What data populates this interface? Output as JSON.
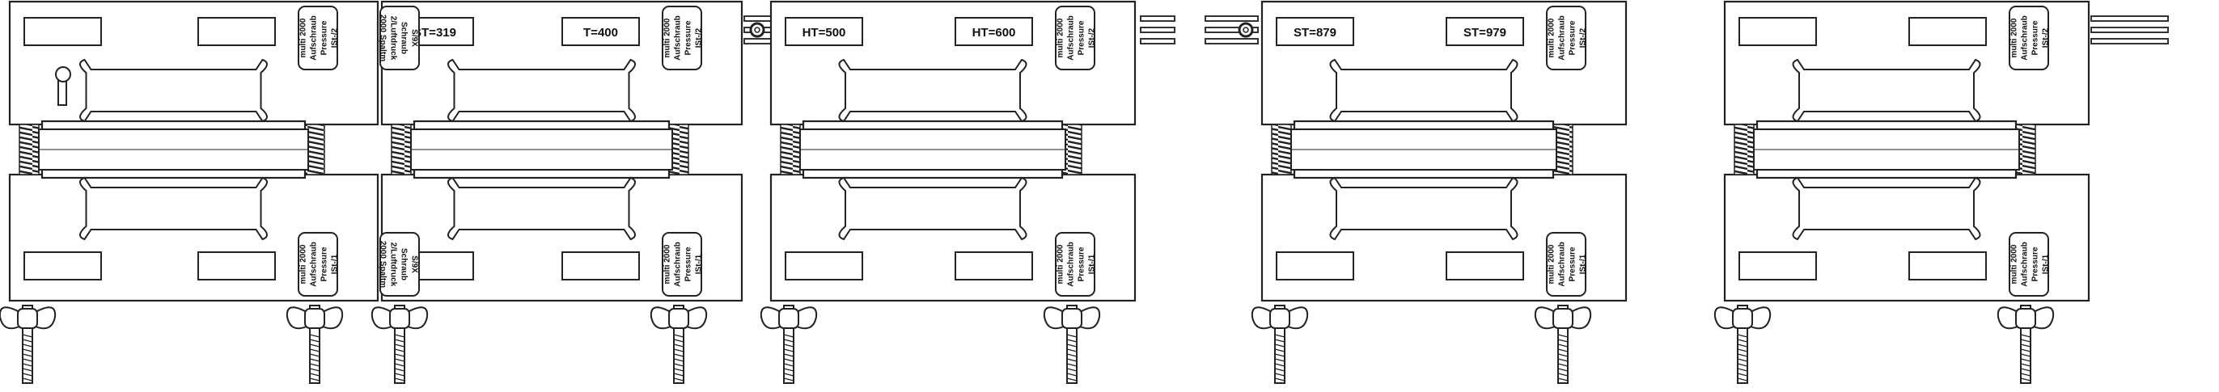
{
  "diagram": {
    "modules": [
      {
        "top_labels": [
          "",
          ""
        ],
        "bottom_labels": [
          "",
          ""
        ],
        "top_tag": [
          "multi 2000",
          "Aufschraub",
          "Pressure",
          "ISt-/2"
        ],
        "bottom_tag": [
          "multi 2000",
          "Aufschraub",
          "Pressure",
          "ISt-/1"
        ]
      },
      {
        "top_labels": [
          "ST=319",
          "T=400"
        ],
        "bottom_labels": [
          "",
          ""
        ],
        "top_tag": [
          "multi 2000",
          "Aufschraub",
          "Pressure",
          "ISt-/2"
        ],
        "bottom_tag": [
          "multi 2000",
          "Aufschraub",
          "Pressure",
          "ISt-/1"
        ],
        "side_tag_top": [
          "S/9X",
          "Schraub",
          "2/Luftdruck",
          "2000 Spaltm"
        ],
        "side_tag_bottom": [
          "S/9X",
          "Schraub",
          "2/Luftdruck",
          "2000 Spaltm"
        ]
      },
      {
        "top_labels": [
          "HT=500",
          "HT=600"
        ],
        "bottom_labels": [
          "",
          ""
        ],
        "top_tag": [
          "multi 2000",
          "Aufschraub",
          "Pressure",
          "ISt-/2"
        ],
        "bottom_tag": [
          "multi 2000",
          "Aufschraub",
          "Pressure",
          "ISt-/1"
        ]
      },
      {
        "top_labels": [
          "ST=879",
          "ST=979"
        ],
        "bottom_labels": [
          "",
          ""
        ],
        "top_tag": [
          "multi 2000",
          "Aufschraub",
          "Pressure",
          "ISt-/2"
        ],
        "bottom_tag": [
          "multi 2000",
          "Aufschraub",
          "Pressure",
          "ISt-/1"
        ]
      },
      {
        "top_labels": [
          "",
          ""
        ],
        "bottom_labels": [
          "",
          ""
        ],
        "top_tag": [
          "multi 2000",
          "Aufschraub",
          "Pressure",
          "ISt-/2"
        ],
        "bottom_tag": [
          "multi 2000",
          "Aufschraub",
          "Pressure",
          "ISt-/1"
        ]
      }
    ]
  }
}
